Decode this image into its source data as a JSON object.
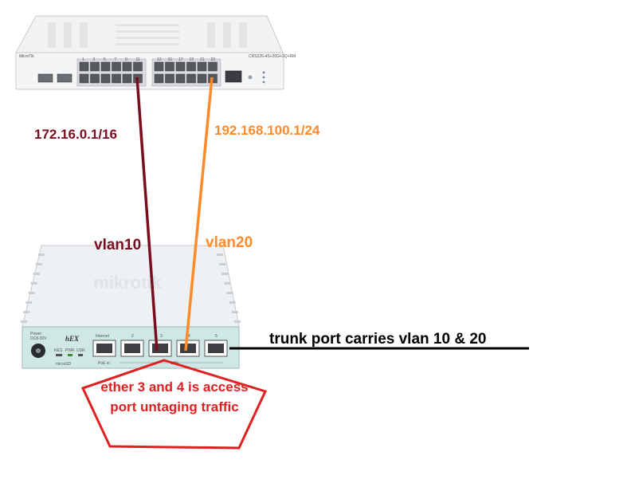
{
  "labels": {
    "ip_vlan10": "172.16.0.1/16",
    "ip_vlan20": "192.168.100.1/24",
    "vlan10": "vlan10",
    "vlan20": "vlan20",
    "trunk": "trunk port carries vlan 10 & 20",
    "access_line1": "ether 3 and 4 is access",
    "access_line2": "port untaging traffic"
  },
  "switch": {
    "brand": "MikroTik",
    "model": "CRS326-4S+20G+2Q+RM",
    "port_numbers_top": [
      "1",
      "3",
      "5",
      "7",
      "9",
      "11",
      "13",
      "15",
      "17",
      "19",
      "21",
      "23"
    ]
  },
  "router": {
    "brand": "mikrotik",
    "model": "hEX",
    "power_label": "Power",
    "power_sub": "DC8-30V",
    "leds": [
      "RES",
      "PWR",
      "USR"
    ],
    "sd_label": "microSD",
    "port_labels": [
      "Internet",
      "2",
      "3",
      "4",
      "5"
    ],
    "poe_label": "PoE in",
    "lan_label": "LAN"
  },
  "colors": {
    "vlan10": "#7a0e1e",
    "vlan20": "#ff8a2a",
    "trunk": "#000000",
    "pentagon": "#e02020",
    "device_body": "#eef1f3",
    "router_face": "#cfe8e6"
  }
}
